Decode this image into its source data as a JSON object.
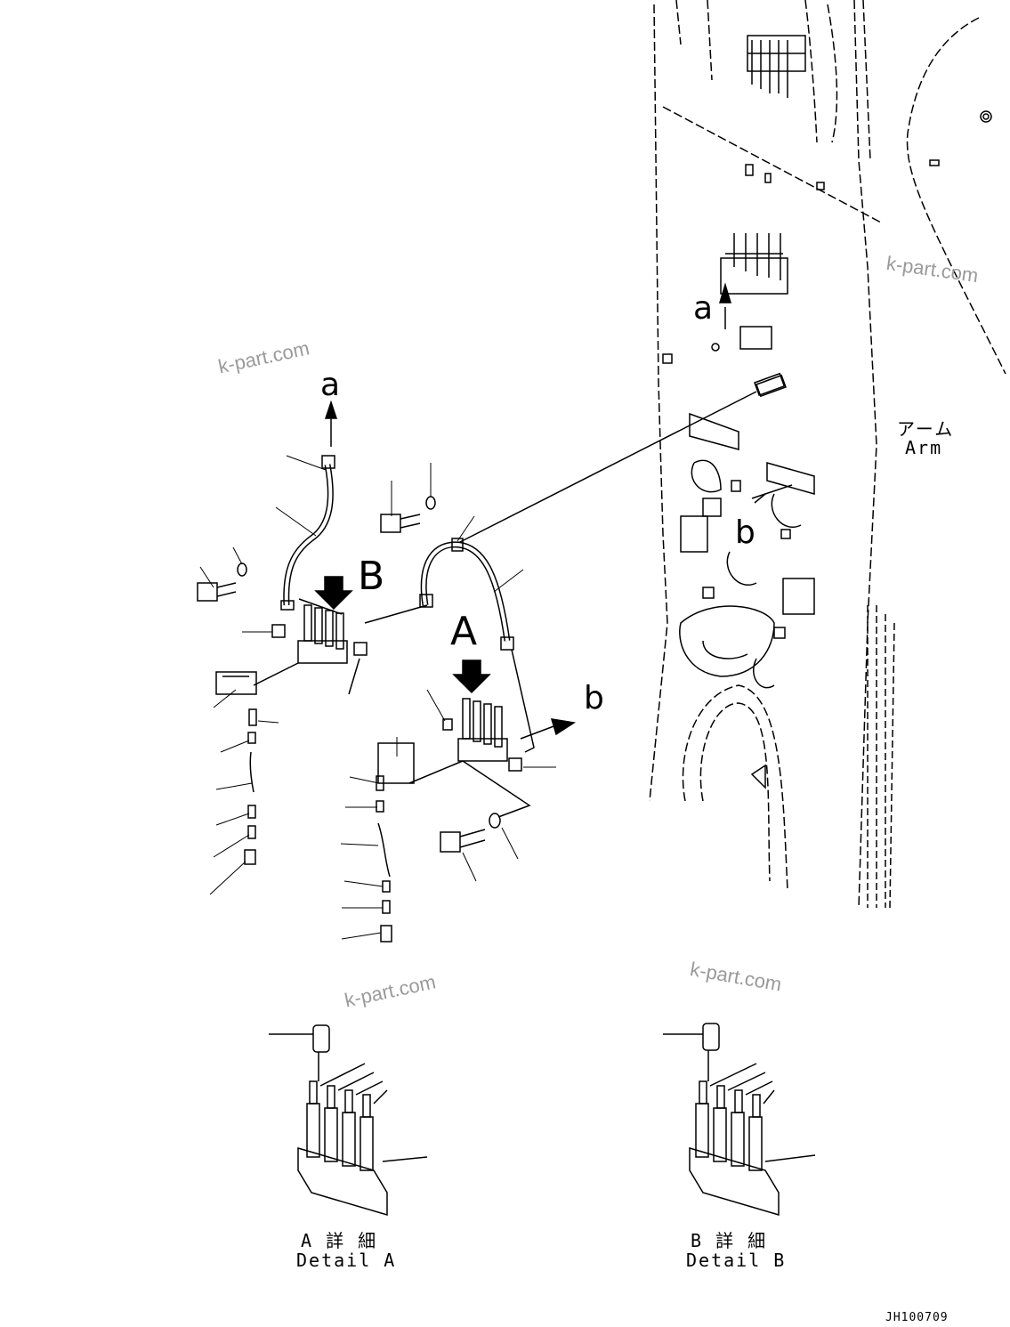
{
  "view_labels": {
    "a_top": "a",
    "a_left": "a",
    "b_right": "b",
    "b_arm": "b",
    "A": "A",
    "B": "B"
  },
  "arm": {
    "jp": "アーム",
    "en": "Arm"
  },
  "detail_a": {
    "jp": "A 詳 細",
    "en": "Detail A"
  },
  "detail_b": {
    "jp": "B 詳 細",
    "en": "Detail B"
  },
  "drawing_code": "JH100709",
  "watermarks": [
    "k-part.com",
    "k-part.com",
    "k-part.com",
    "k-part.com"
  ]
}
